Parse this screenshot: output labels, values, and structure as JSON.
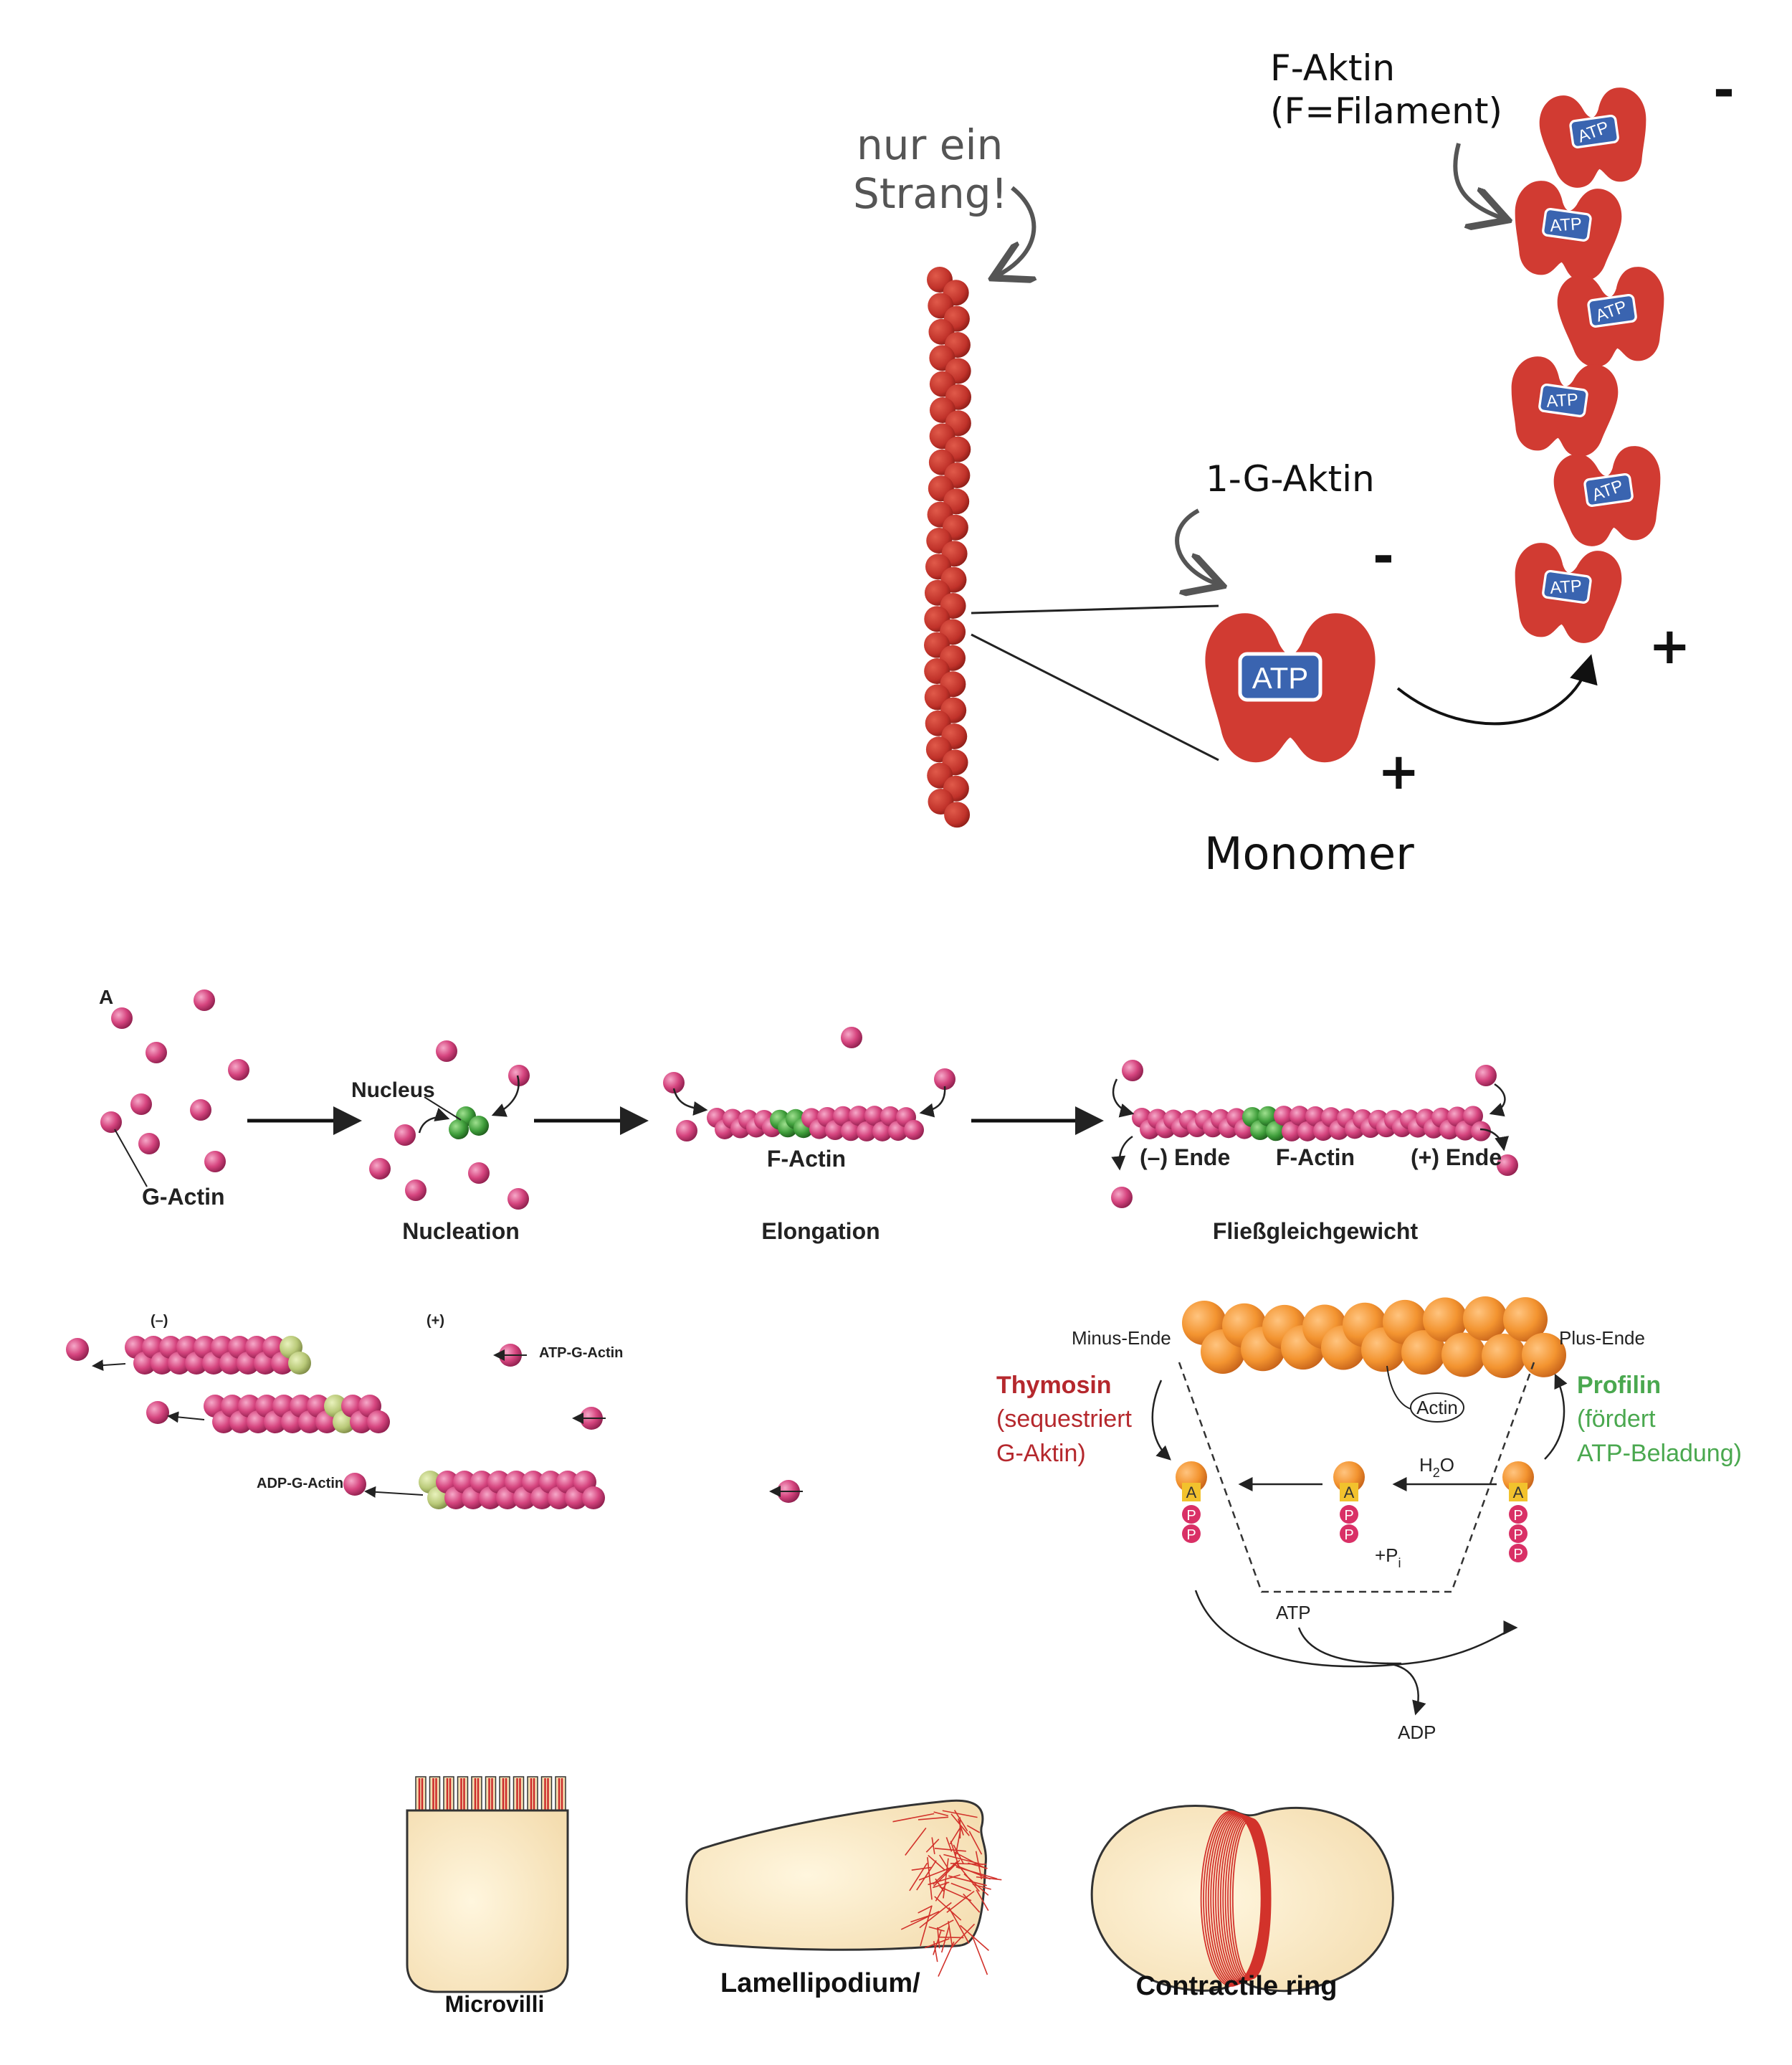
{
  "top": {
    "annotation_strand": [
      "nur ein",
      "Strang!"
    ],
    "f_actin_label": [
      "F-Aktin",
      "(F=Filament)"
    ],
    "g_actin_label": "1-G-Aktin",
    "monomer_label": "Monomer",
    "atp": "ATP",
    "minus": "-",
    "plus": "+"
  },
  "polymerization": {
    "panel_letter": "A",
    "g_actin": "G-Actin",
    "nucleus": "Nucleus",
    "f_actin": "F-Actin",
    "minus_end": "(–) Ende",
    "plus_end": "(+) Ende",
    "steps": [
      "Nucleation",
      "Elongation",
      "Fließgleichgewicht"
    ]
  },
  "treadmill": {
    "minus": "(–)",
    "plus": "(+)",
    "atp_g_actin": "ATP-G-Actin",
    "adp_g_actin": "ADP-G-Actin"
  },
  "cycle": {
    "minus_end": "Minus-Ende",
    "plus_end": "Plus-Ende",
    "actin": "Actin",
    "thymosin": "Thymosin",
    "thymosin_desc": [
      "(sequestriert",
      "G-Aktin)"
    ],
    "profilin": "Profilin",
    "profilin_desc": [
      "(fördert",
      "ATP-Beladung)"
    ],
    "h2o": "H",
    "h2o_sub": "2",
    "h2o_end": "O",
    "pi": "+P",
    "pi_sub": "i",
    "atp": "ATP",
    "adp": "ADP",
    "a": "A",
    "p": "P",
    "colors": {
      "thymosin": "#b5282d",
      "profilin": "#4aa84f",
      "actin": "#f3982f"
    }
  },
  "cells": {
    "microvilli": "Microvilli",
    "lamellipodium": "Lamellipodium/",
    "contractile_ring": "Contractile ring"
  }
}
